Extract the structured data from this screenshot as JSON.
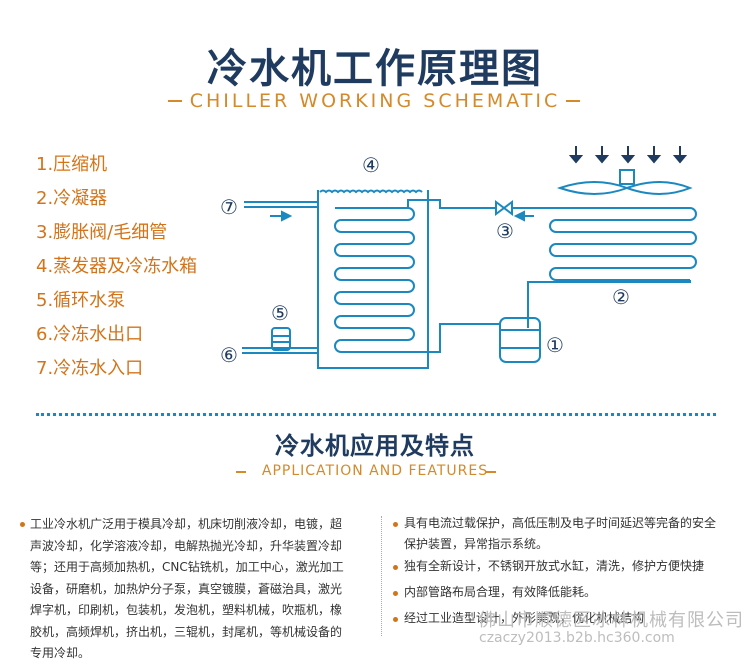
{
  "header": {
    "title_cn": "冷水机工作原理图",
    "title_en": "CHILLER WORKING SCHEMATIC"
  },
  "legend": [
    "1.压缩机",
    "2.冷凝器",
    "3.膨胀阀/毛细管",
    "4.蒸发器及冷冻水箱",
    "5.循环水泵",
    "6.冷冻水出口",
    "7.冷冻水入口"
  ],
  "diagram_labels": {
    "n1": "①",
    "n2": "②",
    "n3": "③",
    "n4": "④",
    "n5": "⑤",
    "n6": "⑥",
    "n7": "⑦"
  },
  "section2": {
    "title_cn": "冷水机应用及特点",
    "title_en": "APPLICATION AND FEATURES"
  },
  "application_text_lines": [
    "工业冷水机广泛用于模具冷却，机床切削液冷却，电镀，超",
    "声波冷却，化学溶液冷却，电解热抛光冷却，升华装置冷却",
    "等；还用于高频加热机，CNC钻铣机，加工中心，激光加工",
    "设备，研磨机，加热炉分子泵，真空镀膜，蒼磁治具，激光",
    "焊字机，印刷机，包装机，发泡机，塑料机械，吹瓶机，橡",
    "胶机，高频焊机，挤出机，三辊机，封尾机，等机械设备的",
    "专用冷却。"
  ],
  "features": [
    [
      "具有电流过载保护，高低压制及电子时间延迟等完备的安全",
      "保护装置，异常指示系统。"
    ],
    [
      "独有全新设计，不锈钢开放式水缸，清洗，修护方便快捷"
    ],
    [
      "内部管路布局合理，有效降低能耗。"
    ],
    [
      "经过工业造型设计，外形美观，优化机械结构"
    ]
  ],
  "watermark": {
    "line1": "佛山市顺德区冰林机械有限公司",
    "line2": "czaczy2013.b2b.hc360.com"
  },
  "colors": {
    "title": "#1f3b5f",
    "accent_orange": "#d48a2a",
    "legend_orange": "#d4741a",
    "diagram_blue": "#1c88c0",
    "diagram_dark": "#1f3b5f"
  }
}
